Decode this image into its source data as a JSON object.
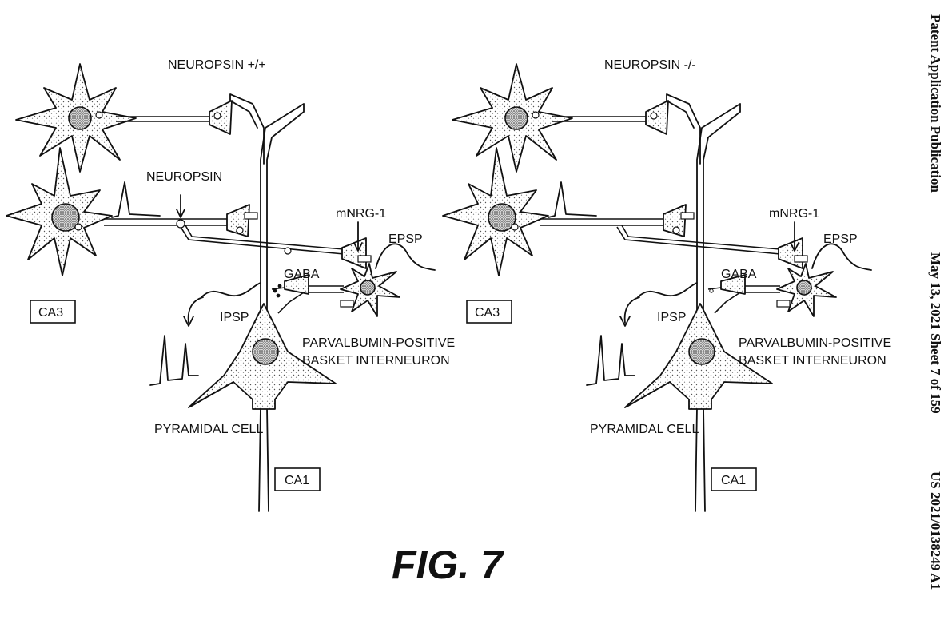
{
  "header": {
    "pub_type": "Patent Application Publication",
    "date_sheet": "May 13, 2021  Sheet 7 of 159",
    "pub_number": "US 2021/0138249 A1"
  },
  "figure_label": "FIG. 7",
  "panels": [
    {
      "title": "NEUROPSIN +/+",
      "ca3": "CA3",
      "ca1": "CA1",
      "neuropsin": "NEUROPSIN",
      "mnrg": "mNRG-1",
      "epsp": "EPSP",
      "gaba": "GABA",
      "ipsp": "IPSP",
      "pv1": "PARVALBUMIN-POSITIVE",
      "pv2": "BASKET INTERNEURON",
      "pyr": "PYRAMIDAL CELL"
    },
    {
      "title": "NEUROPSIN -/-",
      "ca3": "CA3",
      "ca1": "CA1",
      "mnrg": "mNRG-1",
      "epsp": "EPSP",
      "gaba": "GABA",
      "ipsp": "IPSP",
      "pv1": "PARVALBUMIN-POSITIVE",
      "pv2": "BASKET INTERNEURON",
      "pyr": "PYRAMIDAL CELL"
    }
  ]
}
